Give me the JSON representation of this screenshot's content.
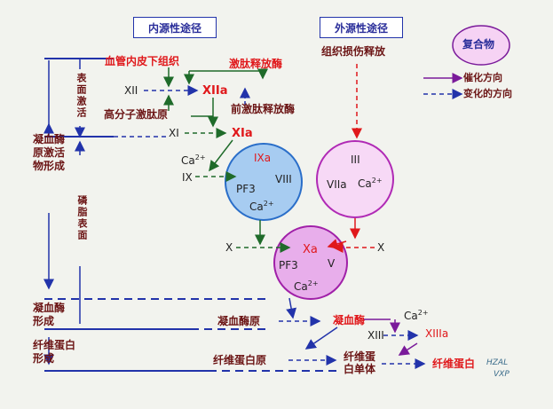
{
  "pathways": {
    "intrinsic": "内源性途径",
    "extrinsic": "外源性途径"
  },
  "legend": {
    "title": "复合物",
    "catalysis": "催化方向",
    "change": "变化的方向"
  },
  "left_labels": {
    "surface_activation": "表面激活",
    "phospholipid_surface": "磷脂表面",
    "prothrombin_activator": "凝血酶原激活物形成",
    "thrombin_formation": "凝血酶形成",
    "fibrin_formation": "纤维蛋白形成"
  },
  "intrinsic_nodes": {
    "subendo": "血管内皮下组织",
    "xii": "XII",
    "xiia": "XIIa",
    "kinin": "激肽释放酶",
    "prekallikrein": "前激肽释放酶",
    "hmwk": "高分子激肽原",
    "xi": "XI",
    "xia": "XIa",
    "ca1": "Ca2+",
    "ix": "IX"
  },
  "complex_ixa": {
    "ixa": "IXa",
    "pf3": "PF3",
    "viii": "VIII",
    "ca": "Ca2+"
  },
  "extrinsic_nodes": {
    "tissue_release": "组织损伤释放"
  },
  "complex_viia": {
    "iii": "III",
    "viia": "VIIa",
    "ca": "Ca2+"
  },
  "complex_xa": {
    "xa": "Xa",
    "pf3": "PF3",
    "v": "V",
    "ca": "Ca2+",
    "x_left": "X",
    "x_right": "X"
  },
  "bottom": {
    "prothrombin": "凝血酶原",
    "thrombin": "凝血酶",
    "ca": "Ca2+",
    "xiii": "XIII",
    "xiiia": "XIIIa",
    "fibrinogen": "纤维蛋白原",
    "fibrin_monomer": "纤维蛋白单体",
    "fibrin": "纤维蛋白"
  },
  "watermark": {
    "line1": "HZAL",
    "line2": "VXP"
  },
  "colors": {
    "dark_red": "#6b1414",
    "red": "#e0181b",
    "blue": "#2233aa",
    "green": "#1f6b2a",
    "purple": "#7a1a9a",
    "circle_blue": "#9fc6f0",
    "circle_pink": "#f5d3f5",
    "circle_violet": "#e6a8ea"
  }
}
